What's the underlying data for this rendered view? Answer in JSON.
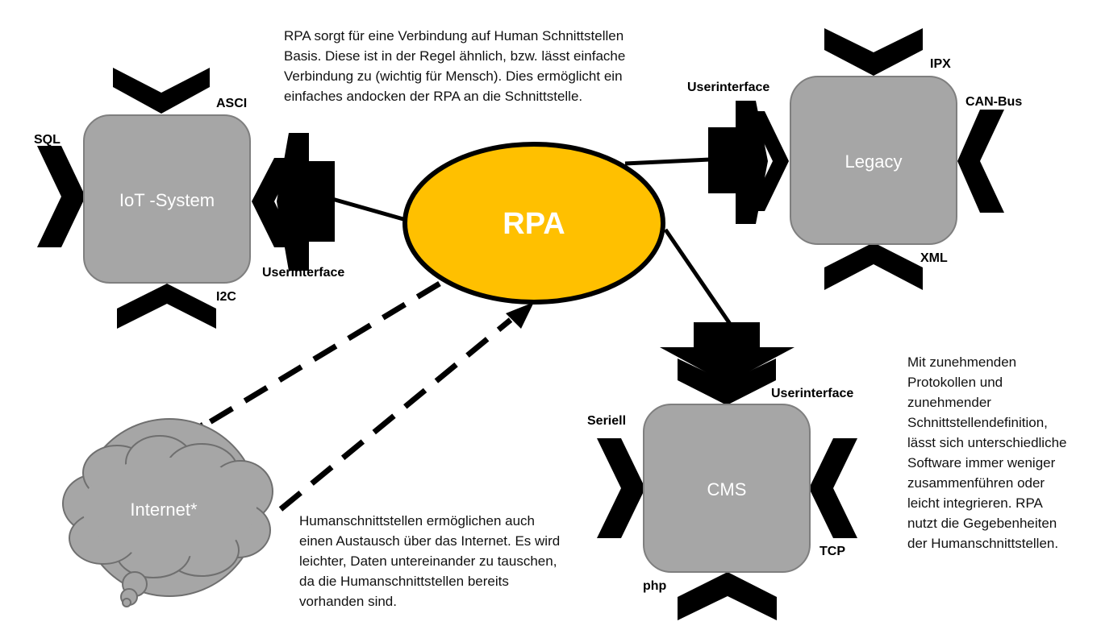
{
  "center": {
    "label": "RPA",
    "color": "#FFC000"
  },
  "systems": {
    "iot": {
      "label": "IoT -System",
      "interfaces": {
        "top": "ASCI",
        "left": "SQL",
        "bottom": "I2C",
        "right": "Userinterface"
      }
    },
    "legacy": {
      "label": "Legacy",
      "interfaces": {
        "top": "IPX",
        "left": "Userinterface",
        "right": "CAN-Bus",
        "bottom": "XML"
      }
    },
    "cms": {
      "label": "CMS",
      "interfaces": {
        "top": "Userinterface",
        "left": "Seriell",
        "right": "TCP",
        "bottom": "php"
      }
    },
    "internet": {
      "label": "Internet*"
    }
  },
  "colors": {
    "box": "#A6A6A6",
    "box_border": "#7F7F7F",
    "arrow": "#000000"
  },
  "texts": {
    "top": [
      "RPA sorgt für eine Verbindung auf Human Schnittstellen",
      "Basis. Diese ist in der Regel ähnlich, bzw. lässt einfache",
      "Verbindung zu (wichtig für Mensch). Dies ermöglicht ein",
      "einfaches andocken der RPA an die Schnittstelle."
    ],
    "bottom": [
      "Humanschnittstellen ermöglichen auch",
      "einen Austausch über das Internet. Es wird",
      "leichter, Daten untereinander zu tauschen,",
      "da die Humanschnittstellen bereits",
      "vorhanden sind."
    ],
    "right": [
      "Mit zunehmenden",
      "Protokollen und",
      "zunehmender",
      "Schnittstellendefinition,",
      "lässt sich unterschiedliche",
      "Software immer weniger",
      "zusammenführen oder",
      "leicht integrieren. RPA",
      "nutzt die Gegebenheiten",
      "der Humanschnittstellen."
    ]
  }
}
